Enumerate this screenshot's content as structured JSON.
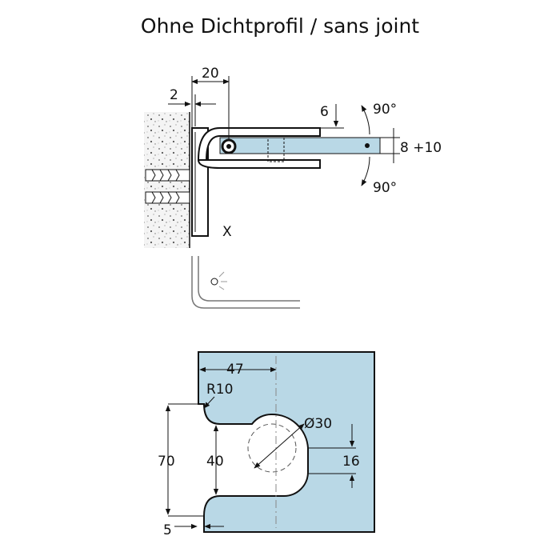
{
  "title": "Ohne Dichtprofil / sans joint",
  "top_view": {
    "dim_20": "20",
    "dim_2": "2",
    "dim_6": "6",
    "angle_up": "90°",
    "angle_down": "90°",
    "dim_glass": "8 +10",
    "label_x": "X"
  },
  "cutout": {
    "dim_47": "47",
    "radius": "R10",
    "diameter": "Ø30",
    "dim_70": "70",
    "dim_40": "40",
    "dim_16": "16",
    "dim_5": "5"
  },
  "colors": {
    "glass": "#b9d8e6",
    "line": "#111111",
    "wall": "#f2f2f2"
  }
}
